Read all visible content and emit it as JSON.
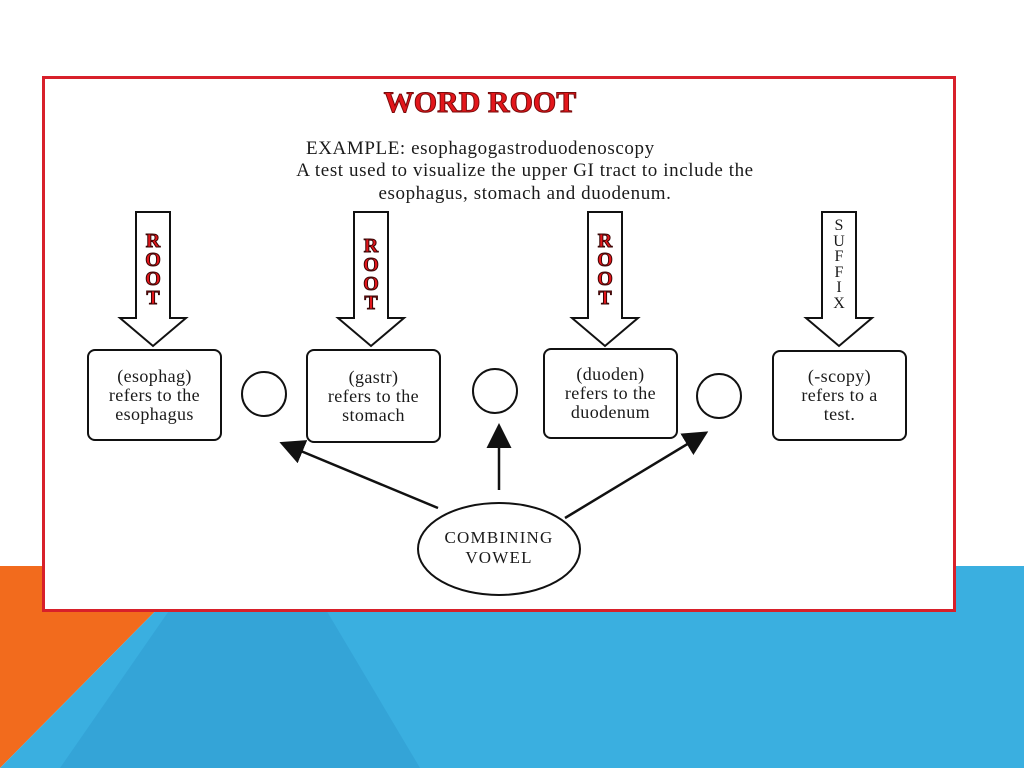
{
  "slide": {
    "title": "WORD ROOT",
    "example": "EXAMPLE: esophagogastroduodenoscopy",
    "description": "A test used to visualize the upper GI tract to include the esophagus, stomach and duodenum."
  },
  "arrows": [
    {
      "label": "ROOT",
      "kind": "root"
    },
    {
      "label": "ROOT",
      "kind": "root"
    },
    {
      "label": "ROOT",
      "kind": "root"
    },
    {
      "label": "SUFFIX",
      "kind": "suffix"
    }
  ],
  "parts": [
    {
      "term": "(esophag)",
      "meaning_prefix": "refers to the",
      "meaning": "esophagus"
    },
    {
      "term": "(gastr)",
      "meaning_prefix": "refers to the",
      "meaning": "stomach"
    },
    {
      "term": "(duoden)",
      "meaning_prefix": "refers to the",
      "meaning": "duodenum"
    },
    {
      "term": "(-scopy)",
      "meaning_prefix": "refers to a",
      "meaning": "test."
    }
  ],
  "combining_vowel": {
    "line1": "COMBINING",
    "line2": "VOWEL"
  },
  "colors": {
    "frame": "#d8202a",
    "title": "#e3161b",
    "root_text": "#e3161b",
    "accent_blue": "#3aafe0",
    "accent_orange": "#f26b1d",
    "accent_blue_dark": "#2b8fc0"
  }
}
